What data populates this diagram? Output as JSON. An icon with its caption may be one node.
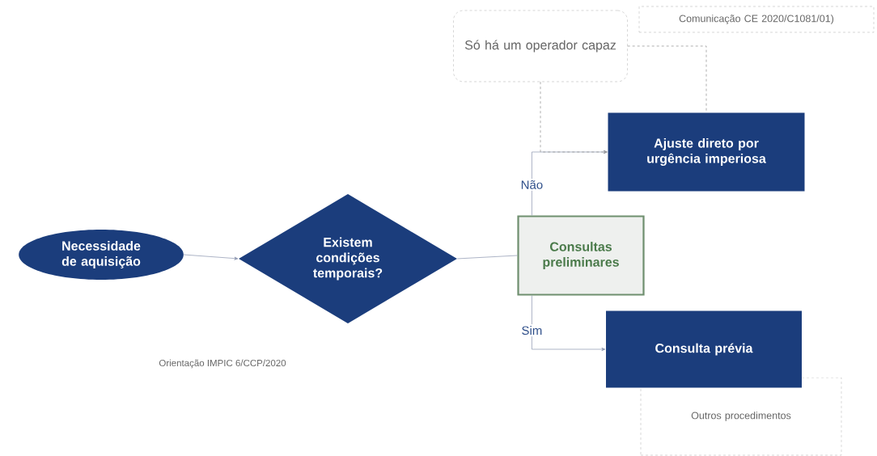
{
  "diagram": {
    "nodes": [
      {
        "text": [
          "Só há um operador capaz"
        ]
      },
      {
        "text": [
          "Comunicação CE 2020/C1081/01)"
        ]
      },
      {
        "text": [
          "Ajuste direto por urgência imperiosa"
        ]
      },
      {
        "text": [
          "Necessidade de aquisição"
        ]
      },
      {
        "text": [
          "Existem condições temporais?"
        ]
      },
      {
        "text": [
          "Consultas preliminares"
        ]
      },
      {
        "text": [
          "Consulta prévia"
        ]
      },
      {
        "text": [
          "Outros procedimentos"
        ]
      }
    ],
    "edges": [
      {
        "from": 3,
        "to": 4,
        "arrow": "to"
      },
      {
        "from": 4,
        "to": 5,
        "arrow": "none"
      },
      {
        "from": 5,
        "to": 2,
        "arrow": "to",
        "label": "Não"
      },
      {
        "from": 5,
        "to": 6,
        "arrow": "to",
        "label": "Sim"
      },
      {
        "from": 0,
        "to": 2,
        "arrow": "to",
        "style": "dashed"
      },
      {
        "from": 0,
        "to": 2,
        "arrow": "none",
        "style": "dashed"
      }
    ],
    "labels": [
      "Orientação IMPIC 6/CCP/2020"
    ]
  }
}
